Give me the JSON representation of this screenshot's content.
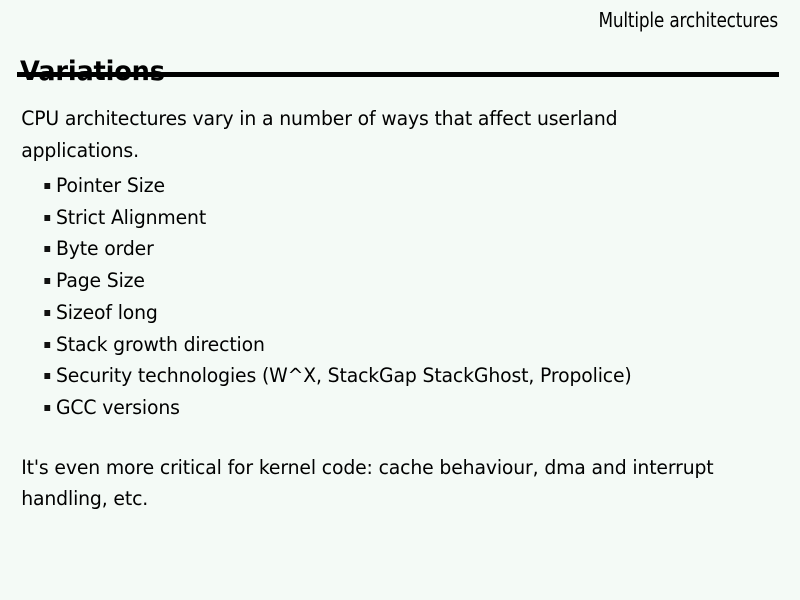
{
  "slide": {
    "header_right": "Multiple architectures",
    "title": "Variations",
    "intro_paragraph": "CPU architectures vary in a number of ways that affect userland applications.",
    "bullets": [
      {
        "label": "Pointer Size"
      },
      {
        "label": "Strict Alignment"
      },
      {
        "label": "Byte order"
      },
      {
        "label": "Page Size"
      },
      {
        "label": "Sizeof long"
      },
      {
        "label": "Stack growth direction"
      },
      {
        "label": "Security technologies (W^X, StackGap StackGhost, Propolice)"
      },
      {
        "label": "GCC versions"
      }
    ],
    "closing_paragraph": "It's even more critical for kernel code: cache behaviour, dma and interrupt handling, etc.",
    "colors": {
      "background": "#f4faf6",
      "text": "#000000",
      "rule": "#000000",
      "bullet_marker": "#111111"
    }
  }
}
